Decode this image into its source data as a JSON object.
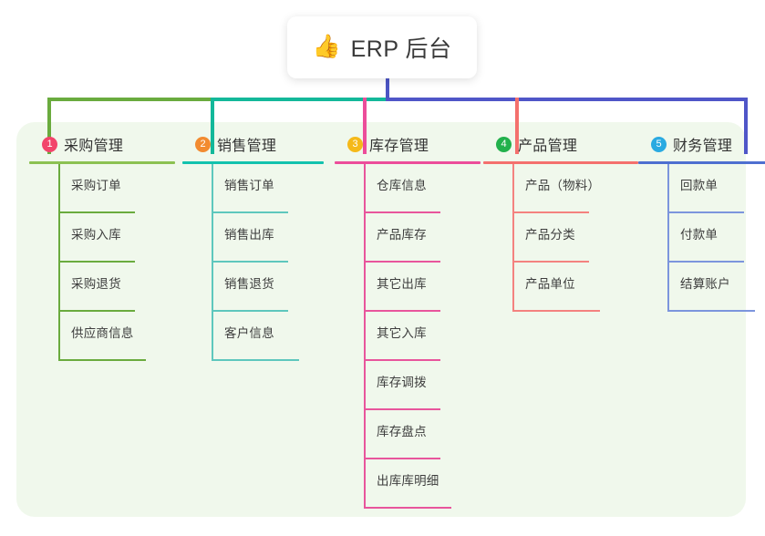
{
  "root": {
    "icon": "thumbs-up-icon",
    "emoji": "👍",
    "title": "ERP 后台"
  },
  "theme": {
    "page_background": "#ffffff",
    "panel_background": "#f0f8ec",
    "card_background": "#ffffff",
    "text_color": "#333333",
    "bus_segments": [
      "#6aab3e",
      "#13b89a",
      "#4f56c8"
    ],
    "root_stem_color": "#4c55c4"
  },
  "columns": [
    {
      "index": "1",
      "title": "采购管理",
      "badge_color": "#f2456b",
      "line_color": "#8cc152",
      "connector_color": "#6aab3e",
      "items": [
        {
          "label": "采购订单"
        },
        {
          "label": "采购入库"
        },
        {
          "label": "采购退货"
        },
        {
          "label": "供应商信息"
        }
      ]
    },
    {
      "index": "2",
      "title": "销售管理",
      "badge_color": "#f28b30",
      "line_color": "#13c2ae",
      "connector_color": "#5ec7bd",
      "items": [
        {
          "label": "销售订单"
        },
        {
          "label": "销售出库"
        },
        {
          "label": "销售退货"
        },
        {
          "label": "客户信息"
        }
      ]
    },
    {
      "index": "3",
      "title": "库存管理",
      "badge_color": "#f5b919",
      "line_color": "#ec4d9a",
      "connector_color": "#e8559c",
      "items": [
        {
          "label": "仓库信息"
        },
        {
          "label": "产品库存"
        },
        {
          "label": "其它出库"
        },
        {
          "label": "其它入库"
        },
        {
          "label": "库存调拨"
        },
        {
          "label": "库存盘点"
        },
        {
          "label": "出库库明细"
        }
      ]
    },
    {
      "index": "4",
      "title": "产品管理",
      "badge_color": "#22b14c",
      "line_color": "#f4706d",
      "connector_color": "#f4827f",
      "items": [
        {
          "label": "产品（物料）"
        },
        {
          "label": "产品分类"
        },
        {
          "label": "产品单位"
        }
      ]
    },
    {
      "index": "5",
      "title": "财务管理",
      "badge_color": "#2aaae1",
      "line_color": "#4e6fd0",
      "connector_color": "#7c95dd",
      "items": [
        {
          "label": "回款单"
        },
        {
          "label": "付款单"
        },
        {
          "label": "结算账户"
        }
      ]
    }
  ]
}
